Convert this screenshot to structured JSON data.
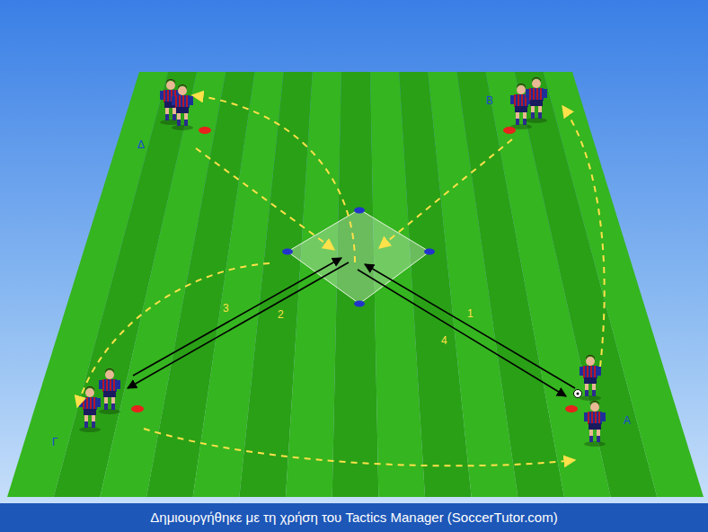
{
  "diagram": {
    "caption": "Δημιουργήθηκε με τη χρήση του Tactics Manager (SoccerTutor.com)",
    "labels": [
      "Β",
      "Δ",
      "3",
      "1",
      "2",
      "4",
      "Α",
      "Γ"
    ]
  }
}
